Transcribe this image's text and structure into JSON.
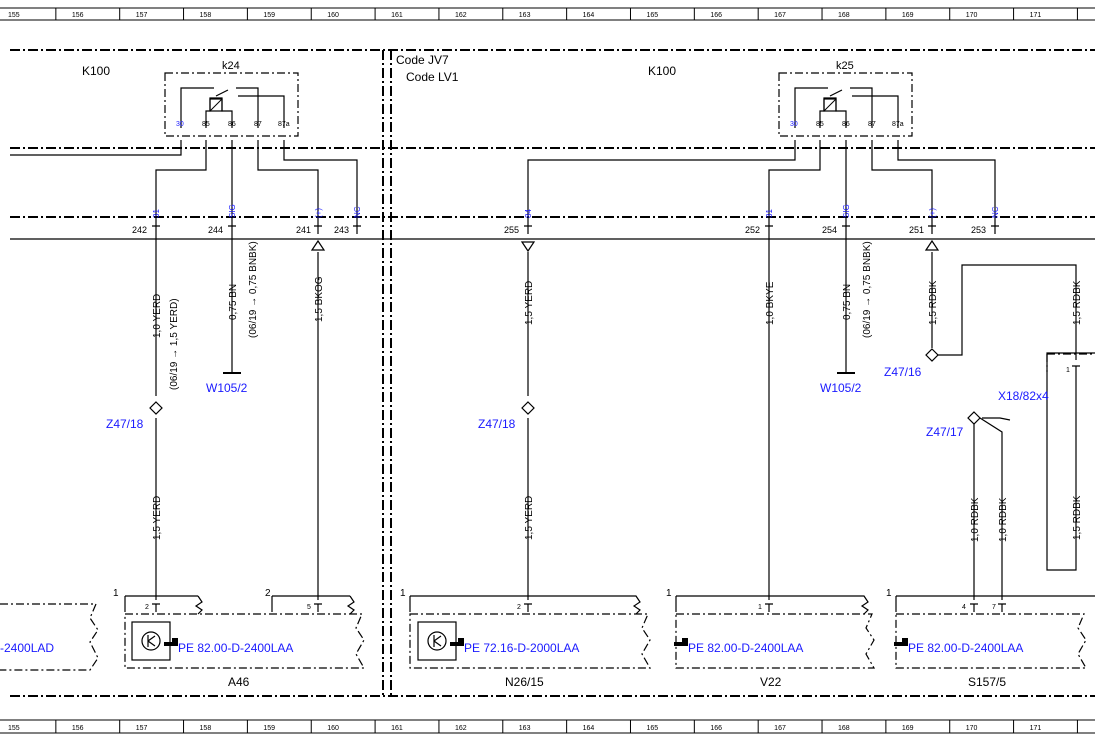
{
  "ruler": {
    "columns": [
      "155",
      "156",
      "157",
      "158",
      "159",
      "160",
      "161",
      "162",
      "163",
      "164",
      "165",
      "166",
      "167",
      "168",
      "169",
      "170",
      "171"
    ]
  },
  "labels": {
    "k100_left": "K100",
    "k100_right": "K100",
    "k24": "k24",
    "k25": "k25",
    "code_jv7": "Code JV7",
    "code_lv1": "Code LV1",
    "relay_pins": [
      "30",
      "85",
      "86",
      "87",
      "87a"
    ],
    "left_signals": [
      "31",
      "SIG",
      "(+)",
      "NC"
    ],
    "right_signals_84": "84",
    "right_signals": [
      "31",
      "SIG",
      "(+)",
      "NC"
    ]
  },
  "terminals": {
    "t242": "242",
    "t244": "244",
    "t241": "241",
    "t243": "243",
    "t255": "255",
    "t252": "252",
    "t254": "254",
    "t251": "251",
    "t253": "253"
  },
  "wires": {
    "w1": "1,0 YERD",
    "w1b": "(06/19 → 1,5 YERD)",
    "w2": "0,75 BN",
    "w2b": "(06/19 → 0,75 BNBK)",
    "w3": "1,5 BKOG",
    "w4": "1,5 YERD",
    "w5": "1,5 YERD",
    "w6": "1,5 YERD",
    "w7": "1,0 BKYE",
    "w8": "0,75 BN",
    "w8b": "(06/19 → 0,75 BNBK)",
    "w9": "1,5 RDBK",
    "w10": "1,5 RDBK",
    "w11": "1,0 RDBK",
    "w12": "1,0 RDBK",
    "w13": "1,5 RDBK"
  },
  "nodes": {
    "w105_left": "W105/2",
    "w105_right": "W105/2",
    "z47_18_left": "Z47/18",
    "z47_18_right": "Z47/18",
    "z47_16": "Z47/16",
    "z47_17": "Z47/17",
    "x18": "X18/82x4"
  },
  "components": {
    "a46": "A46",
    "n26": "N26/15",
    "v22": "V22",
    "s157": "S157/5",
    "ref_partial": "-2400LAD",
    "ref_a46": "PE 82.00-D-2400LAA",
    "ref_n26": "PE 72.16-D-2000LAA",
    "ref_v22": "PE 82.00-D-2400LAA",
    "ref_s157": "PE 82.00-D-2400LAA"
  },
  "pins": {
    "a46_p1": "1",
    "a46_p2": "2",
    "a46_c2": "2",
    "a46_p5": "5",
    "n26_p1": "1",
    "n26_p2": "2",
    "v22_p1": "1",
    "v22_pin1": "1",
    "s157_p1": "1",
    "s157_p4": "4",
    "s157_p7": "7",
    "x18_pin": "1"
  }
}
